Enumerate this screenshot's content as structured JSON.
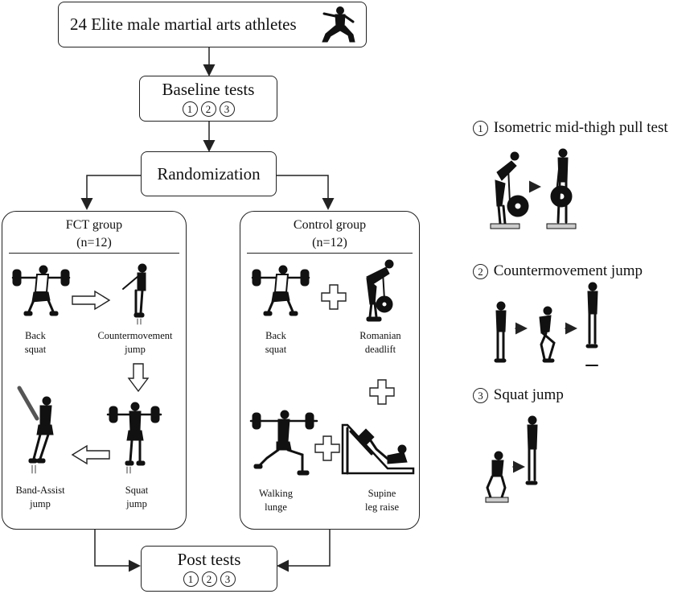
{
  "title_box": {
    "text": "24 Elite male martial arts athletes"
  },
  "baseline": {
    "title": "Baseline tests",
    "tests": [
      "1",
      "2",
      "3"
    ]
  },
  "randomization": {
    "text": "Randomization"
  },
  "fct_group": {
    "title": "FCT group",
    "n": "(n=12)",
    "exercises": [
      {
        "line1": "Back",
        "line2": "squat"
      },
      {
        "line1": "Countermovement",
        "line2": "jump"
      },
      {
        "line1": "Squat",
        "line2": "jump"
      },
      {
        "line1": "Band-Assist",
        "line2": "jump"
      }
    ]
  },
  "control_group": {
    "title": "Control group",
    "n": "(n=12)",
    "exercises": [
      {
        "line1": "Back",
        "line2": "squat"
      },
      {
        "line1": "Romanian",
        "line2": "deadlift"
      },
      {
        "line1": "Walking",
        "line2": "lunge"
      },
      {
        "line1": "Supine",
        "line2": "leg raise"
      }
    ]
  },
  "post": {
    "title": "Post tests",
    "tests": [
      "1",
      "2",
      "3"
    ]
  },
  "legend": [
    {
      "num": "1",
      "name": "Isometric mid-thigh pull test"
    },
    {
      "num": "2",
      "name": "Countermovement jump"
    },
    {
      "num": "3",
      "name": "Squat jump"
    }
  ],
  "colors": {
    "line": "#222222",
    "figure": "#111111",
    "arrow_fill": "#ffffff"
  }
}
